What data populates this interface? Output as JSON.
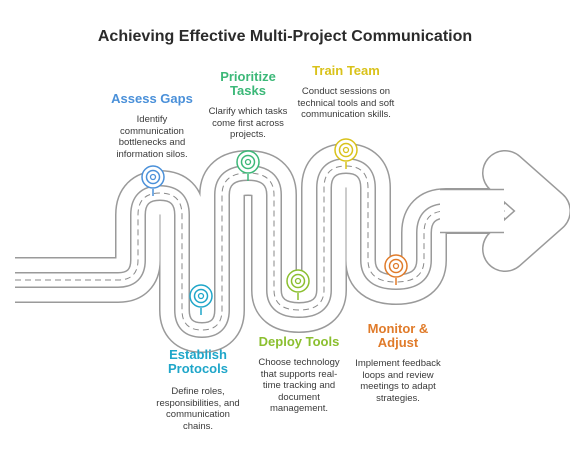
{
  "title": "Achieving Effective Multi-Project Communication",
  "steps": [
    {
      "id": "assess",
      "title": "Assess Gaps",
      "description": "Identify communication bottlenecks and information silos.",
      "color": "#4a90d9",
      "icon": "map-pin-icon"
    },
    {
      "id": "protocols",
      "title": "Establish Protocols",
      "description": "Define roles, responsibilities, and communication chains.",
      "color": "#1fa6c9",
      "icon": "map-pin-icon"
    },
    {
      "id": "prioritize",
      "title": "Prioritize Tasks",
      "description": "Clarify which tasks come first across projects.",
      "color": "#3cb878",
      "icon": "map-pin-icon"
    },
    {
      "id": "deploy",
      "title": "Deploy Tools",
      "description": "Choose technology that supports real-time tracking and document management.",
      "color": "#8bbf2f",
      "icon": "map-pin-icon"
    },
    {
      "id": "train",
      "title": "Train Team",
      "description": "Conduct sessions on technical tools and soft communication skills.",
      "color": "#d9c21a",
      "icon": "map-pin-icon"
    },
    {
      "id": "monitor",
      "title": "Monitor & Adjust",
      "description": "Implement feedback loops and review meetings to adapt strategies.",
      "color": "#e07b2a",
      "icon": "map-pin-icon"
    }
  ]
}
